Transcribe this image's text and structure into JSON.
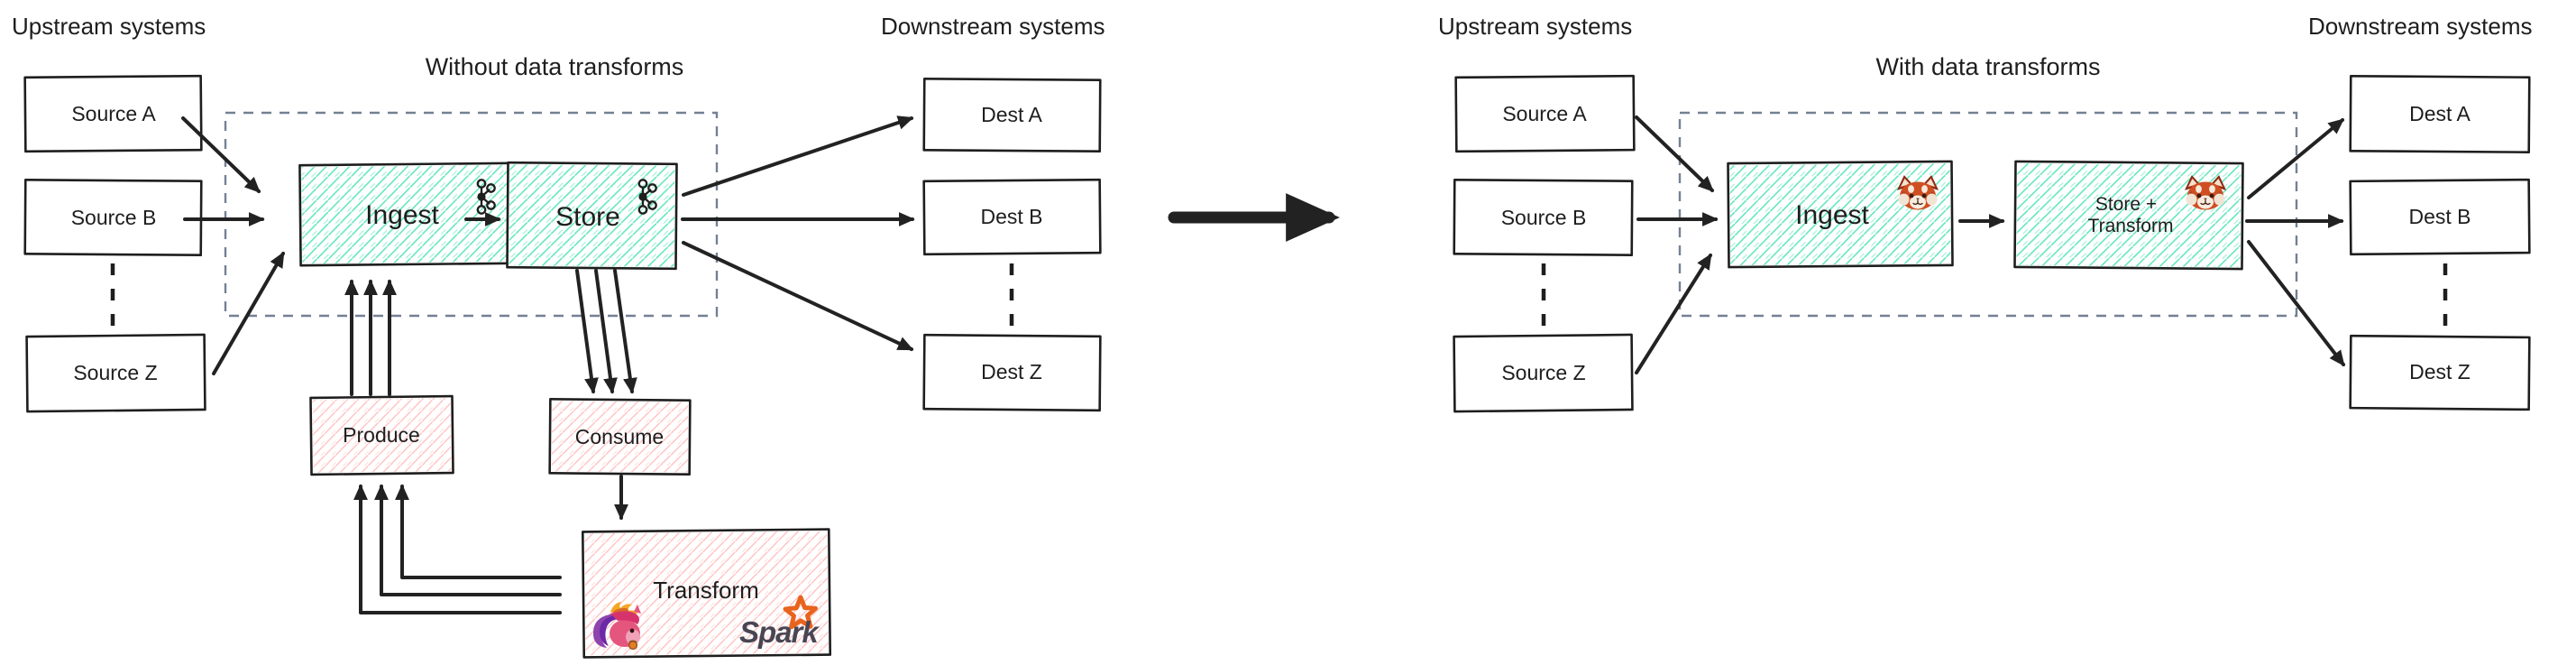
{
  "left": {
    "upstream_label": "Upstream systems",
    "title": "Without data transforms",
    "downstream_label": "Downstream systems",
    "sources": [
      "Source A",
      "Source B",
      "Source Z"
    ],
    "dests": [
      "Dest A",
      "Dest B",
      "Dest Z"
    ],
    "ingest_label": "Ingest",
    "store_label": "Store",
    "produce_label": "Produce",
    "consume_label": "Consume",
    "transform_label": "Transform",
    "spark_label": "Spark"
  },
  "right": {
    "upstream_label": "Upstream systems",
    "title": "With data transforms",
    "downstream_label": "Downstream systems",
    "sources": [
      "Source A",
      "Source B",
      "Source Z"
    ],
    "dests": [
      "Dest A",
      "Dest B",
      "Dest Z"
    ],
    "ingest_label": "Ingest",
    "store_transform_line1": "Store +",
    "store_transform_line2": "Transform"
  },
  "icons": {
    "kafka": "kafka-logo",
    "redpanda": "redpanda-logo",
    "flink": "flink-squirrel-logo",
    "spark": "spark-star-logo"
  },
  "colors": {
    "box_stroke": "#1e1e1e",
    "teal_hatch": "#63e6be",
    "pink_hatch": "#ffc2c2",
    "dashed_border": "#748093",
    "arrow": "#222222",
    "spark_orange": "#e8641e",
    "spark_text": "#4a4553"
  }
}
